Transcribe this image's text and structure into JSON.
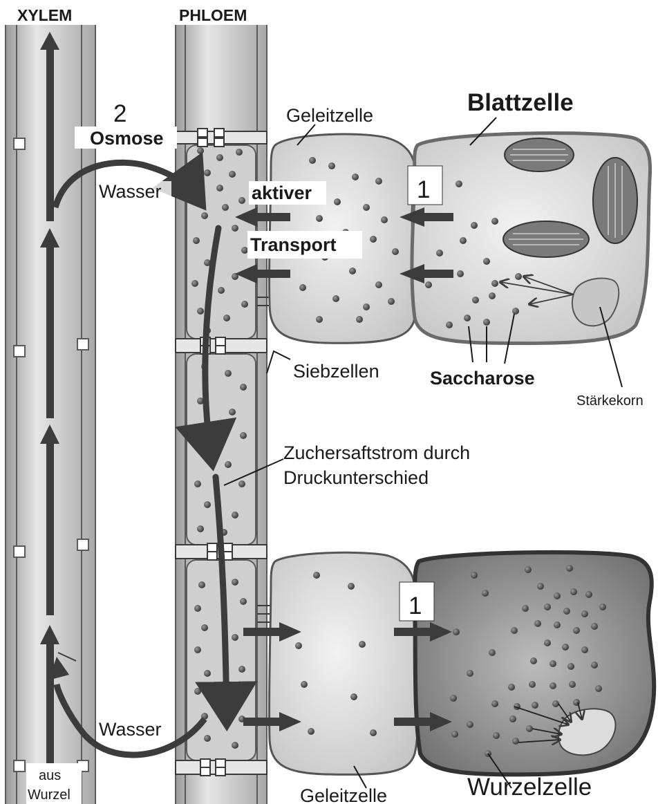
{
  "labels": {
    "xylem": "XYLEM",
    "phloem": "PHLOEM",
    "number_2": "2",
    "osmose": "Osmose",
    "wasser_top": "Wasser",
    "wasser_bottom": "Wasser",
    "aktiver": "aktiver",
    "transport": "Transport",
    "geleitzelle_top": "Geleitzelle",
    "geleitzelle_bottom": "Geleitzelle",
    "blattzelle": "Blattzelle",
    "number_1_top": "1",
    "number_1_bottom": "1",
    "siebzellen": "Siebzellen",
    "saccharose": "Saccharose",
    "staerkekorn": "Stärkekorn",
    "zuckersaftstrom_line1": "Zuchersaftstrom durch",
    "zuckersaftstrom_line2": "Druckunterschied",
    "aus": "aus",
    "wurzel": "Wurzel",
    "wurzelzelle": "Wurzelzelle"
  },
  "colors": {
    "tube_fill": "#c8c8c8",
    "tube_edge": "#5a5a5a",
    "arrow": "#3c3c3c",
    "cell_light": "#d9d9d9",
    "cell_dark": "#6e6e6e",
    "dot": "#4a4a4a"
  },
  "icons": {
    "flow_arrow": "arrow-icon",
    "chloroplast": "chloroplast-icon",
    "starch_grain": "starch-grain-icon",
    "sucrose_molecule": "sucrose-dot-icon"
  }
}
